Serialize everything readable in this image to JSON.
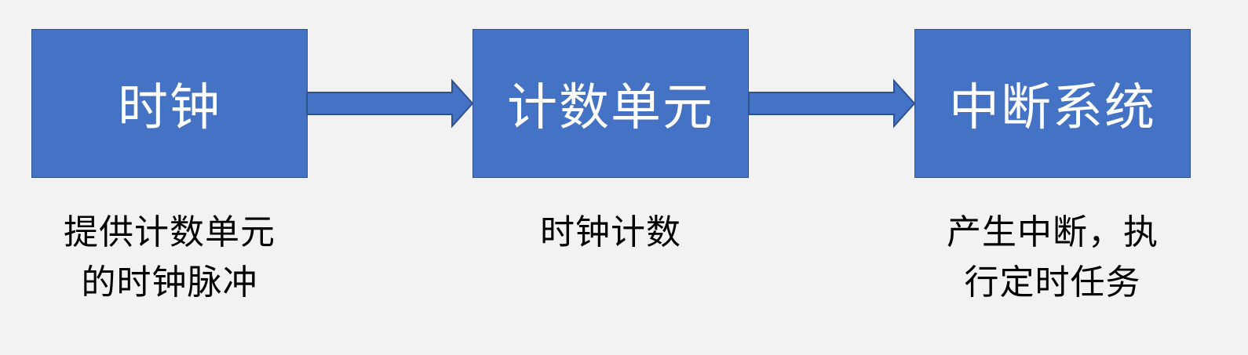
{
  "diagram": {
    "nodes": [
      {
        "label": "时钟",
        "description": [
          "提供计数单元",
          "的时钟脉冲"
        ]
      },
      {
        "label": "计数单元",
        "description": [
          "时钟计数"
        ]
      },
      {
        "label": "中断系统",
        "description": [
          "产生中断，执",
          "行定时任务"
        ]
      }
    ],
    "colors": {
      "box_fill": "#4472c4",
      "box_border": "#2f528f",
      "background": "#f2f2f2",
      "box_text": "#ffffff",
      "description_text": "#000000"
    }
  }
}
